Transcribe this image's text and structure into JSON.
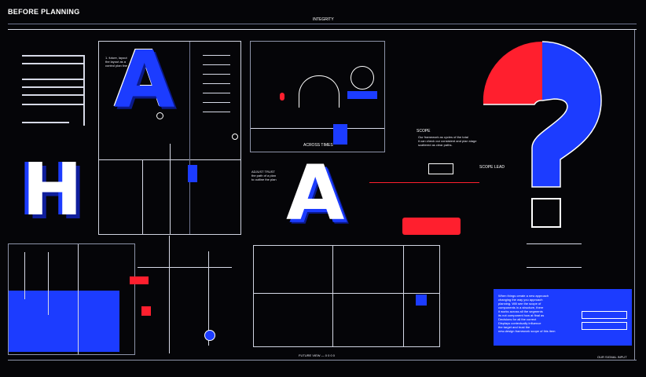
{
  "header": {
    "title": "BEFORE PLANNING",
    "center_label": "INTEGRITY"
  },
  "letters": {
    "a_top": "A",
    "a_center": "A",
    "h_left": "H"
  },
  "text_blocks": {
    "mid_caption_1": "ACROSS TIMES",
    "mid_caption_2": "SCOPE",
    "right_caption": "SCOPE LEAD",
    "bottom_center": "FUTURE VIEW — 0 0 0 0",
    "bottom_right": "OUR SIGNAL INPUT",
    "right_box_text": "When things create a new approach\nchanging the way you approach\nplanning. Will see the scope of\ncomponents in a structure, there\nit works across all the segments\nits not component how at final as\nDecisions for all the correct\nDisplays contextually influence\nthe target and trust the\nnew-design framework scope of this item",
    "mid_right_text": "Our framework as cycles of the total\nit can check our consistent and plan stage\nscattered as clear paths.",
    "center_small": "ADJUST TRUST\nthe path of a plan\nto outline the plan",
    "blueprint_note": "1. future, layout\nthe layout as a\ncontrol plan line"
  },
  "colors": {
    "blue": "#1c3cff",
    "red": "#ff1f2e",
    "line": "#d6d9e6",
    "bg": "#050508"
  },
  "icons": [
    "question-mark-icon",
    "hook-icon",
    "lamp-icon",
    "circle-node-icon"
  ]
}
